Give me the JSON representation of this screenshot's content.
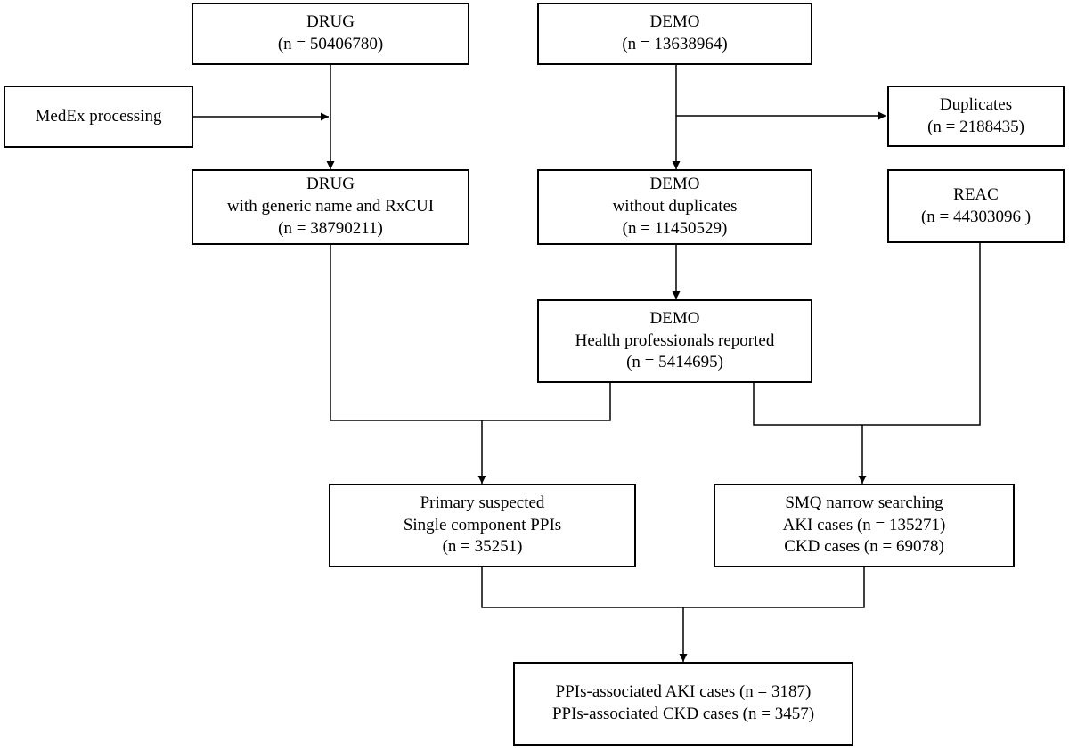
{
  "boxes": {
    "drug": {
      "line1": "DRUG",
      "line2": "(n = 50406780)"
    },
    "demo": {
      "line1": "DEMO",
      "line2": "(n = 13638964)"
    },
    "medex": {
      "line1": "MedEx processing"
    },
    "duplicates": {
      "line1": "Duplicates",
      "line2": "(n = 2188435)"
    },
    "drug_generic": {
      "line1": "DRUG",
      "line2": "with generic name and RxCUI",
      "line3": "(n = 38790211)"
    },
    "demo_nodup": {
      "line1": "DEMO",
      "line2": "without duplicates",
      "line3": "(n = 11450529)"
    },
    "reac": {
      "line1": "REAC",
      "line2": "(n = 44303096 )"
    },
    "demo_hp": {
      "line1": "DEMO",
      "line2": "Health professionals reported",
      "line3": "(n = 5414695)"
    },
    "ppi": {
      "line1": "Primary suspected",
      "line2": "Single component PPIs",
      "line3": "(n = 35251)"
    },
    "smq": {
      "line1": "SMQ narrow searching",
      "line2": "AKI cases (n = 135271)",
      "line3": "CKD cases (n = 69078)"
    },
    "final": {
      "line1": "PPIs-associated AKI cases (n = 3187)",
      "line2": "PPIs-associated CKD cases (n = 3457)"
    }
  },
  "colors": {
    "line": "#000000",
    "box_border": "#000000",
    "background": "#ffffff"
  }
}
